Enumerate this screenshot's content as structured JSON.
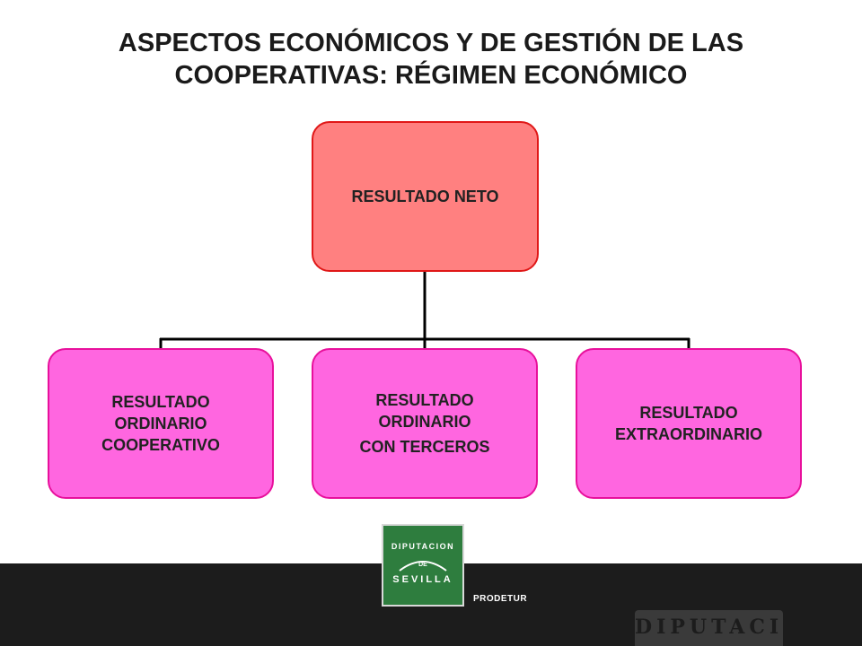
{
  "title": {
    "line1": "ASPECTOS ECONÓMICOS Y DE GESTIÓN DE LAS",
    "line2": "COOPERATIVAS: RÉGIMEN ECONÓMICO"
  },
  "diagram": {
    "root": {
      "label": "RESULTADO NETO"
    },
    "children": [
      {
        "lines": [
          "RESULTADO",
          "ORDINARIO",
          "COOPERATIVO"
        ]
      },
      {
        "lines": [
          "RESULTADO",
          "ORDINARIO",
          "CON TERCEROS"
        ]
      },
      {
        "lines": [
          "RESULTADO",
          "EXTRAORDINARIO"
        ]
      }
    ]
  },
  "colors": {
    "root_fill": "#ff8080",
    "root_border": "#e01818",
    "child_fill": "#ff66e0",
    "child_border": "#e8109c",
    "connector": "#000000",
    "logo_green": "#2e7d3e",
    "footer": "#1c1c1c"
  },
  "footer": {
    "logo_line1": "DIPUTACION",
    "logo_line2": "DE",
    "logo_line3": "SEVILLA",
    "brand": "PRODETUR",
    "watermark": "DIPUTACION"
  }
}
